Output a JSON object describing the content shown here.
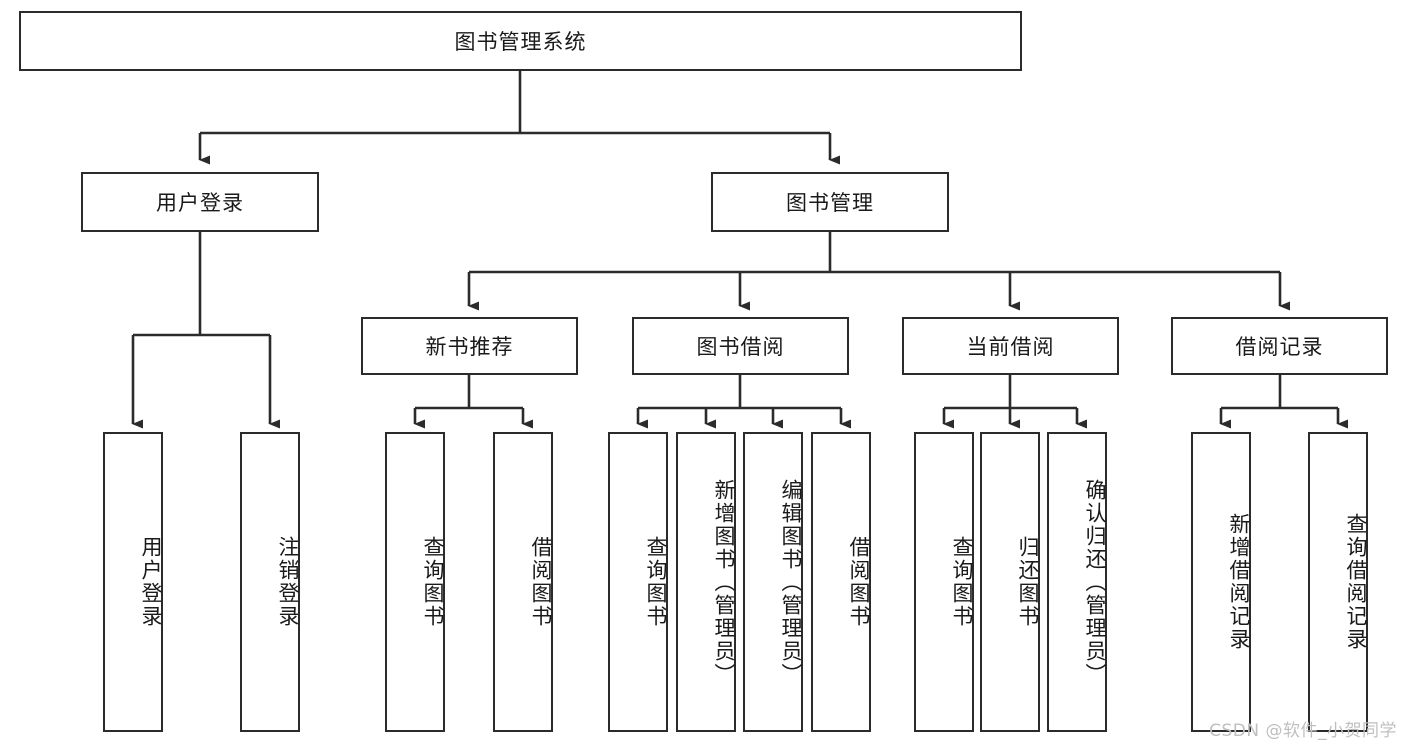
{
  "diagram": {
    "title": "图书管理系统",
    "type": "tree-hierarchy",
    "watermark": "CSDN @软件_小贺同学",
    "colors": {
      "stroke": "#2b2b2b",
      "fill": "#ffffff",
      "text": "#1a1a1a",
      "watermark": "#bfbfbf"
    }
  },
  "nodes": {
    "root": {
      "label": "图书管理系统",
      "orientation": "horizontal"
    },
    "level1": [
      {
        "id": "user-login",
        "label": "用户登录",
        "orientation": "horizontal"
      },
      {
        "id": "book-manage",
        "label": "图书管理",
        "orientation": "horizontal"
      }
    ],
    "level2": [
      {
        "id": "new-book-rec",
        "label": "新书推荐",
        "orientation": "horizontal"
      },
      {
        "id": "book-borrow",
        "label": "图书借阅",
        "orientation": "horizontal"
      },
      {
        "id": "current-borrow",
        "label": "当前借阅",
        "orientation": "horizontal"
      },
      {
        "id": "borrow-record",
        "label": "借阅记录",
        "orientation": "horizontal"
      }
    ],
    "leaves": {
      "user-login": [
        {
          "id": "leaf-user-login",
          "label": "用户登录",
          "orientation": "vertical"
        },
        {
          "id": "leaf-logout",
          "label": "注销登录",
          "orientation": "vertical"
        }
      ],
      "new-book-rec": [
        {
          "id": "leaf-query-book-1",
          "label": "查询图书",
          "orientation": "vertical"
        },
        {
          "id": "leaf-borrow-book-1",
          "label": "借阅图书",
          "orientation": "vertical"
        }
      ],
      "book-borrow": [
        {
          "id": "leaf-query-book-2",
          "label": "查询图书",
          "orientation": "vertical"
        },
        {
          "id": "leaf-add-book",
          "label": "新增图书（管理员）",
          "orientation": "vertical"
        },
        {
          "id": "leaf-edit-book",
          "label": "编辑图书（管理员）",
          "orientation": "vertical"
        },
        {
          "id": "leaf-borrow-book-2",
          "label": "借阅图书",
          "orientation": "vertical"
        }
      ],
      "current-borrow": [
        {
          "id": "leaf-query-book-3",
          "label": "查询图书",
          "orientation": "vertical"
        },
        {
          "id": "leaf-return-book",
          "label": "归还图书",
          "orientation": "vertical"
        },
        {
          "id": "leaf-confirm-return",
          "label": "确认归还（管理员）",
          "orientation": "vertical"
        }
      ],
      "borrow-record": [
        {
          "id": "leaf-add-record",
          "label": "新增借阅记录",
          "orientation": "vertical"
        },
        {
          "id": "leaf-query-record",
          "label": "查询借阅记录",
          "orientation": "vertical"
        }
      ]
    }
  }
}
